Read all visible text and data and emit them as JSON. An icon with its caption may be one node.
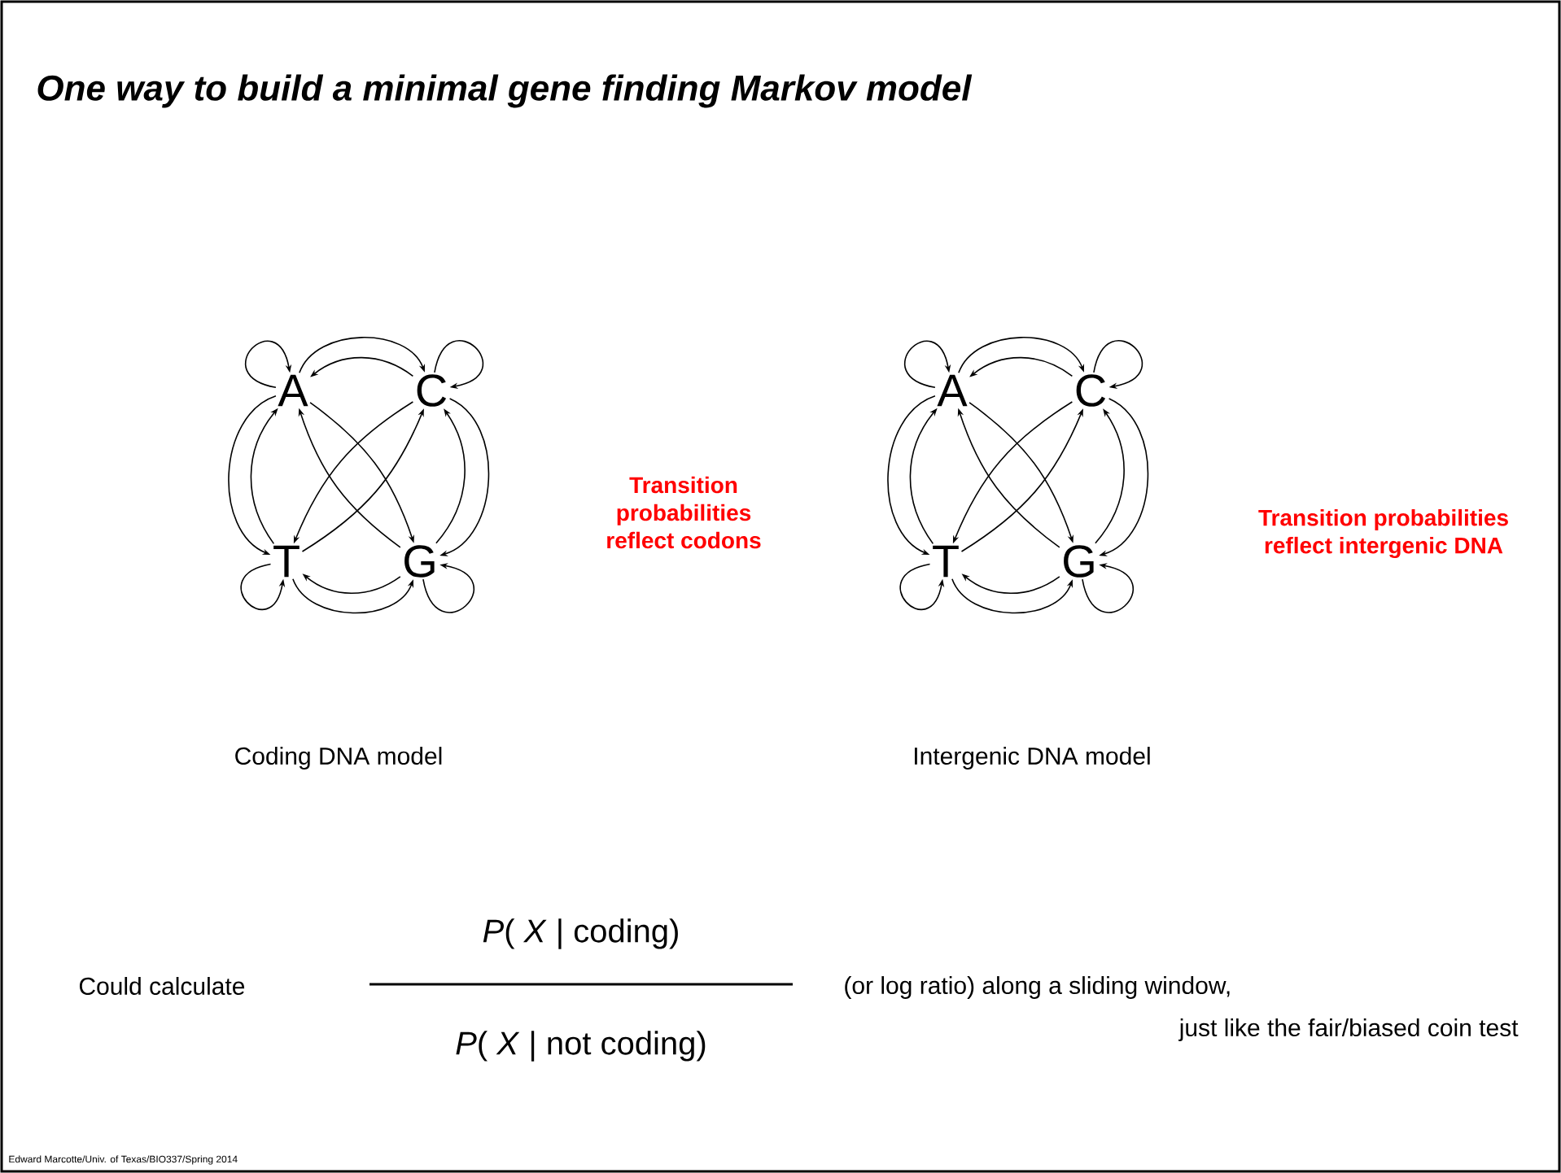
{
  "diagram": {
    "title": "One way to build a minimal gene finding Markov model",
    "nodes": [
      {
        "text": [
          "A"
        ]
      },
      {
        "text": [
          "C"
        ]
      },
      {
        "text": [
          "T"
        ]
      },
      {
        "text": [
          "G"
        ]
      },
      {
        "text": [
          "A"
        ]
      },
      {
        "text": [
          "C"
        ]
      },
      {
        "text": [
          "T"
        ]
      },
      {
        "text": [
          "G"
        ]
      }
    ],
    "edges": [
      {
        "from": 0,
        "to": 0,
        "arrow": "to"
      },
      {
        "from": 1,
        "to": 1,
        "arrow": "to"
      },
      {
        "from": 2,
        "to": 2,
        "arrow": "to"
      },
      {
        "from": 3,
        "to": 3,
        "arrow": "to"
      },
      {
        "from": 0,
        "to": 1,
        "arrow": "to"
      },
      {
        "from": 1,
        "to": 0,
        "arrow": "to"
      },
      {
        "from": 0,
        "to": 2,
        "arrow": "to"
      },
      {
        "from": 2,
        "to": 0,
        "arrow": "to"
      },
      {
        "from": 1,
        "to": 3,
        "arrow": "to"
      },
      {
        "from": 3,
        "to": 1,
        "arrow": "to"
      },
      {
        "from": 2,
        "to": 3,
        "arrow": "to"
      },
      {
        "from": 3,
        "to": 2,
        "arrow": "to"
      },
      {
        "from": 0,
        "to": 3,
        "arrow": "to"
      },
      {
        "from": 3,
        "to": 0,
        "arrow": "to"
      },
      {
        "from": 1,
        "to": 2,
        "arrow": "to"
      },
      {
        "from": 2,
        "to": 1,
        "arrow": "to"
      },
      {
        "from": 4,
        "to": 4,
        "arrow": "to"
      },
      {
        "from": 5,
        "to": 5,
        "arrow": "to"
      },
      {
        "from": 6,
        "to": 6,
        "arrow": "to"
      },
      {
        "from": 7,
        "to": 7,
        "arrow": "to"
      },
      {
        "from": 4,
        "to": 5,
        "arrow": "to"
      },
      {
        "from": 5,
        "to": 4,
        "arrow": "to"
      },
      {
        "from": 4,
        "to": 6,
        "arrow": "to"
      },
      {
        "from": 6,
        "to": 4,
        "arrow": "to"
      },
      {
        "from": 5,
        "to": 7,
        "arrow": "to"
      },
      {
        "from": 7,
        "to": 5,
        "arrow": "to"
      },
      {
        "from": 6,
        "to": 7,
        "arrow": "to"
      },
      {
        "from": 7,
        "to": 6,
        "arrow": "to"
      },
      {
        "from": 4,
        "to": 7,
        "arrow": "to"
      },
      {
        "from": 7,
        "to": 4,
        "arrow": "to"
      },
      {
        "from": 5,
        "to": 6,
        "arrow": "to"
      },
      {
        "from": 6,
        "to": 5,
        "arrow": "to"
      }
    ],
    "labels": [
      "Transition probabilities reflect codons",
      "Transition probabilities reflect intergenic DNA",
      "Coding DNA model",
      "Intergenic DNA model",
      "Could calculate",
      "*P*( *X* | coding)",
      "*P*( *X* | not coding)",
      "(or log ratio) along a sliding window,",
      "just like the fair/biased coin test",
      "Edward Marcotte/Univ. of Texas/BIO337/Spring 2014"
    ]
  }
}
